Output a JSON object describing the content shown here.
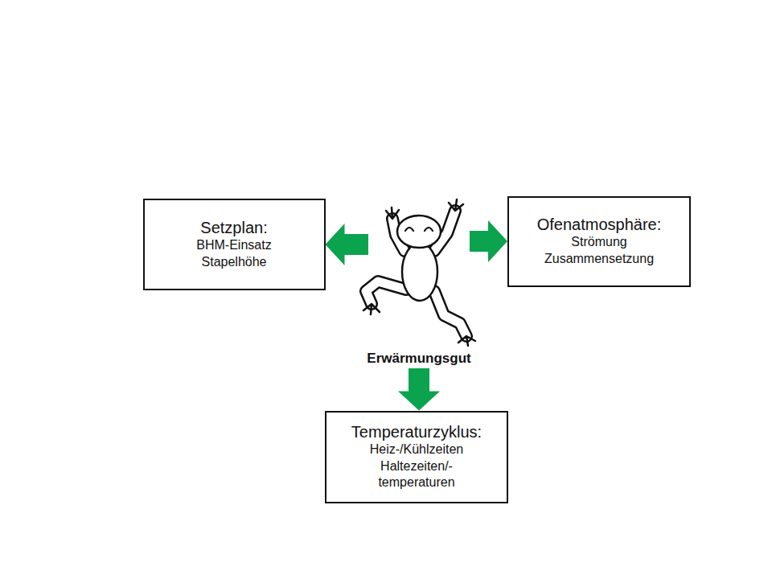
{
  "diagram": {
    "nodes": [
      {
        "text": [
          "Setzplan:",
          "BHM-Einsatz Stapelhöhe"
        ]
      },
      {
        "text": [
          "Erwärmungsgut"
        ]
      },
      {
        "text": [
          "Ofenatmosphäre:",
          "Strömung Zusammensetzung"
        ]
      },
      {
        "text": [
          "Temperaturzyklus:",
          "Heiz-/Kühlzeiten Haltezeiten/- temperaturen"
        ]
      }
    ],
    "edges": [
      {
        "from": 1,
        "to": 0,
        "arrow": "to"
      },
      {
        "from": 1,
        "to": 2,
        "arrow": "to"
      },
      {
        "from": 1,
        "to": 3,
        "arrow": "to"
      }
    ]
  }
}
